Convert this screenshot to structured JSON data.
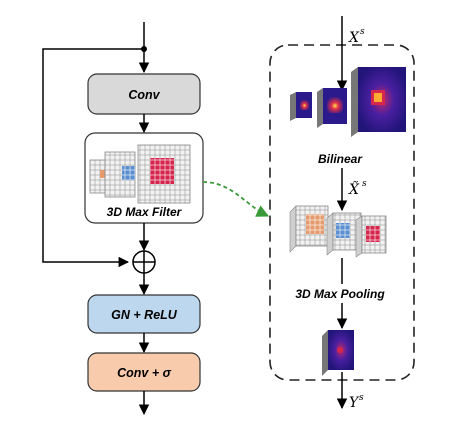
{
  "left_branch": {
    "conv_label": "Conv",
    "max_filter_label": "3D Max Filter",
    "gn_relu_label": "GN + ReLU",
    "conv_sigma_label": "Conv + σ",
    "sum_symbol": "⊕"
  },
  "detail_panel": {
    "input_label": "X",
    "input_sup": "s",
    "bilinear_label": "Bilinear",
    "upsampled_label": "X̃",
    "upsampled_sup": "s",
    "pooling_label": "3D Max Pooling",
    "output_label": "Y",
    "output_sup": "s"
  },
  "colors": {
    "conv_fill": "#d9d9d9",
    "gn_fill": "#bdd7ee",
    "conv_sigma_fill": "#f8cbad",
    "connector": "#3a9a3a",
    "heatmap_bg": "#2b1a8c",
    "grid_orange": "#e59b6e",
    "grid_blue": "#5b8fd1",
    "grid_red": "#d6264d"
  }
}
